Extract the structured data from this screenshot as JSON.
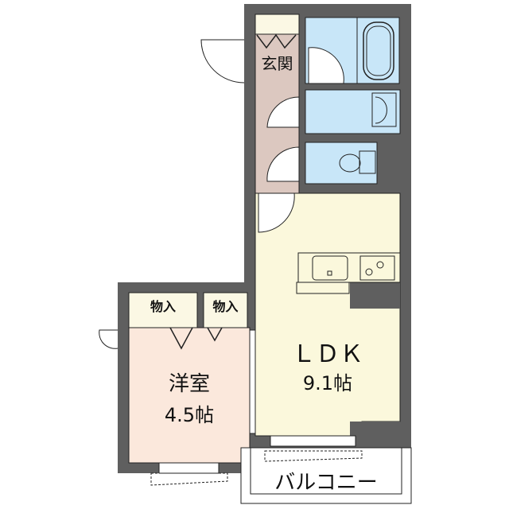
{
  "floorplan": {
    "rooms": {
      "genkan": {
        "label": "玄関"
      },
      "youshitsu": {
        "label": "洋室",
        "size": "4.5帖"
      },
      "ldk": {
        "label": "ＬＤＫ",
        "size": "9.1帖"
      },
      "closet_left": {
        "label": "物入"
      },
      "closet_right": {
        "label": "物入"
      },
      "balcony": {
        "label": "バルコニー"
      }
    },
    "colors": {
      "wall": "#5f5f5f",
      "genkan": "#dcc8c0",
      "wet_area": "#c8e6f8",
      "ldk": "#fbf8dc",
      "youshitsu": "#fbe8dc",
      "storage": "#fbf8e4"
    }
  }
}
